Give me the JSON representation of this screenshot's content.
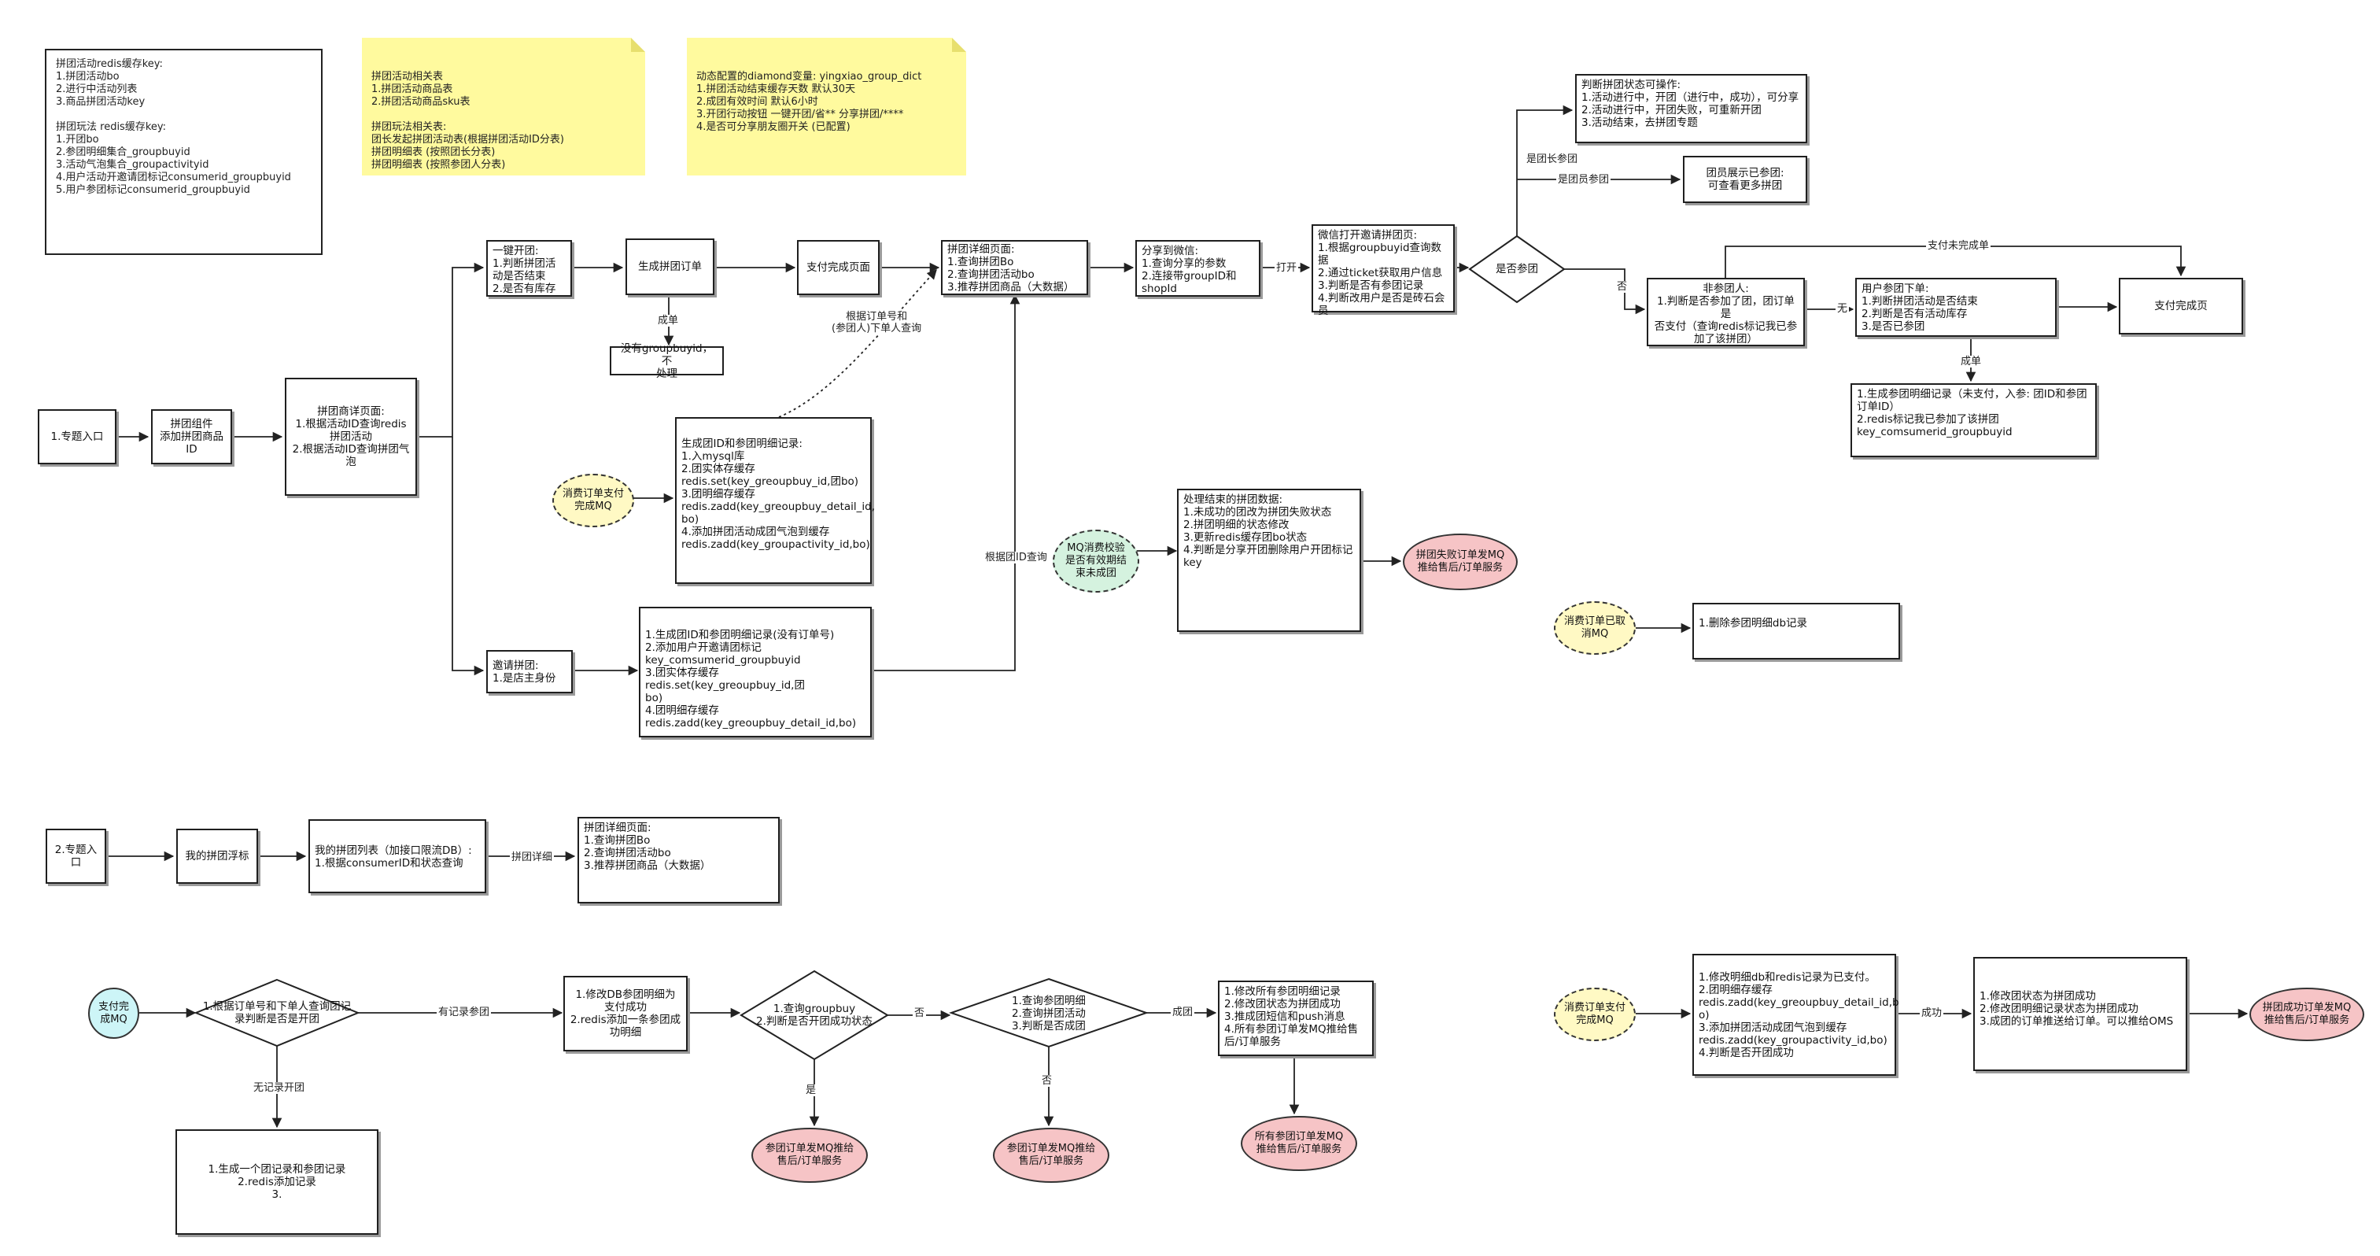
{
  "notes": {
    "redis_keys": "拼团活动redis缓存key:\n1.拼团活动bo\n2.进行中活动列表\n3.商品拼团活动key\n\n拼团玩法 redis缓存key:\n1.开团bo\n2.参团明细集合_groupbuyid\n3.活动气泡集合_groupactivityid\n4.用户活动开邀请团标记consumerid_groupbuyid\n5.用户参团标记consumerid_groupbuyid",
    "tables": "拼团活动相关表\n1.拼团活动商品表\n2.拼团活动商品sku表\n\n拼团玩法相关表:\n团长发起拼团活动表(根据拼团活动ID分表)\n拼团明细表 (按照团长分表)\n拼团明细表 (按照参团人分表)",
    "diamond": "动态配置的diamond变量: yingxiao_group_dict\n1.拼团活动结束缓存天数 默认30天\n2.成团有效时间 默认6小时\n3.开团行动按钮 一键开团/省** 分享拼团/****\n4.是否可分享朋友圈开关 (已配置)"
  },
  "nodes": {
    "entry1": "1.专题入口",
    "component": "拼团组件\n添加拼团商品\nID",
    "detail_page": "拼团商详页面:\n1.根据活动ID查询redis\n拼团活动\n2.根据活动ID查询拼团气\n泡",
    "one_click": "一键开团:\n1.判断拼团活\n动是否结束\n2.是否有库存",
    "gen_order": "生成拼团订单",
    "pay_page": "支付完成页面",
    "no_gbid": "没有groupbuyid，不\n处理",
    "gen_group": "生成团ID和参团明细记录:\n1.入mysql库\n2.团实体存缓存\nredis.set(key_greoupbuy_id,团bo)\n3.团明细存缓存\nredis.zadd(key_greoupbuy_detail_id,\nbo)\n4.添加拼团活动成团气泡到缓存\nredis.zadd(key_groupactivity_id,bo)",
    "pay_mq": "消费订单支付\n完成MQ",
    "invite": "邀请拼团:\n1.是店主身份",
    "invite_gen": "1.生成团ID和参团明细记录(没有订单号)\n2.添加用户开邀请团标记\nkey_comsumerid_groupbuyid\n3.团实体存缓存redis.set(key_greoupbuy_id,团\nbo)\n4.团明细存缓存\nredis.zadd(key_greoupbuy_detail_id,bo)",
    "group_detail": "拼团详细页面:\n1.查询拼团Bo\n2.查询拼团活动bo\n3.推荐拼团商品（大数据）",
    "share": "分享到微信:\n1.查询分享的参数\n2.连接带groupID和\nshopId",
    "wechat_open": "微信打开邀请拼团页:\n1.根据groupbuyid查询数据\n2.通过ticket获取用户信息\n3.判断是否有参团记录\n4.判断改用户是否是砖石会\n员",
    "is_joined": "是否参团",
    "leader_ops": "判断拼团状态可操作:\n1.活动进行中，开团（进行中，成功），可分享\n2.活动进行中，开团失败，可重新开团\n3.活动结束，去拼团专题",
    "member_show": "团员展示已参团:\n可查看更多拼团",
    "non_member": "非参团人:\n1.判断是否参加了团，团订单是\n否支付（查询redis标记我已参\n加了该拼团）",
    "user_order": "用户参团下单:\n1.判断拼团活动是否结束\n2.判断是否有活动库存\n3.是否已参团",
    "pay_done": "支付完成页",
    "join_record": "1.生成参团明细记录（未支付，入参: 团ID和参团\n订单ID）\n2.redis标记我已参加了该拼团\nkey_comsumerid_groupbuyid",
    "mq_check": "MQ消费校验\n是否有效期结\n束未成团",
    "handle_end": "处理结束的拼团数据:\n1.未成功的团改为拼团失败状态\n2.拼团明细的状态修改\n3.更新redis缓存团bo状态\n4.判断是分享开团删除用户开团标记\nkey",
    "fail_mq": "拼团失败订单发MQ\n推给售后/订单服务",
    "cancel_mq": "消费订单已取\n消MQ",
    "delete_detail": "1.删除参团明细db记录",
    "entry2": "2.专题入口",
    "my_group_btn": "我的拼团浮标",
    "my_group_list": "我的拼团列表（加接口限流DB）:\n1.根据consumerID和状态查询",
    "group_detail2": "拼团详细页面:\n1.查询拼团Bo\n2.查询拼团活动bo\n3.推荐拼团商品（大数据）",
    "pay_mq2": "支付完\n成MQ",
    "check_record": "1.根据订单号和下单人查询团记\n录判断是否是开团",
    "new_group": "1.生成一个团记录和参团记录\n2.redis添加记录\n3.",
    "update_db": "1.修改DB参团明细为\n支付成功\n2.redis添加一条参团成\n功明细",
    "query_gb": "1.查询groupbuy\n2.判断是否开团成功状态",
    "join_mq": "参团订单发MQ推给\n售后/订单服务",
    "query_detail": "1.查询参团明细\n2.查询拼团活动\n3.判断是否成团",
    "join_mq2": "参团订单发MQ推给\n售后/订单服务",
    "all_success": "1.修改所有参团明细记录\n2.修改团状态为拼团成功\n3.推成团短信和push消息\n4.所有参团订单发MQ推给售\n后/订单服务",
    "all_mq": "所有参团订单发MQ\n推给售后/订单服务",
    "pay_mq3": "消费订单支付\n完成MQ",
    "modify_paid": "1.修改明细db和redis记录为已支付。\n2.团明细存缓存\nredis.zadd(key_greoupbuy_detail_id,b\no)\n3.添加拼团活动成团气泡到缓存\nredis.zadd(key_groupactivity_id,bo)\n4.判断是否开团成功",
    "modify_success": "1.修改团状态为拼团成功\n2.修改团明细记录状态为拼团成功\n3.成团的订单推送给订单。可以推给OMS",
    "success_mq": "拼团成功订单发MQ\n推给售后/订单服务"
  },
  "labels": {
    "chengdan": "成单",
    "by_order": "根据订单号和\n(参团人)下单人查询",
    "by_group_id": "根据团ID查询",
    "open": "打开",
    "is_leader": "是团长参团",
    "is_member": "是团员参团",
    "no": "否",
    "none": "无",
    "unpaid": "支付未完成单",
    "chengdan2": "成单",
    "group_detail_link": "拼团详细",
    "has_record": "有记录参团",
    "no_record": "无记录开团",
    "shi": "是",
    "fou": "否",
    "fou2": "否",
    "chengtuan": "成团",
    "success": "成功"
  }
}
